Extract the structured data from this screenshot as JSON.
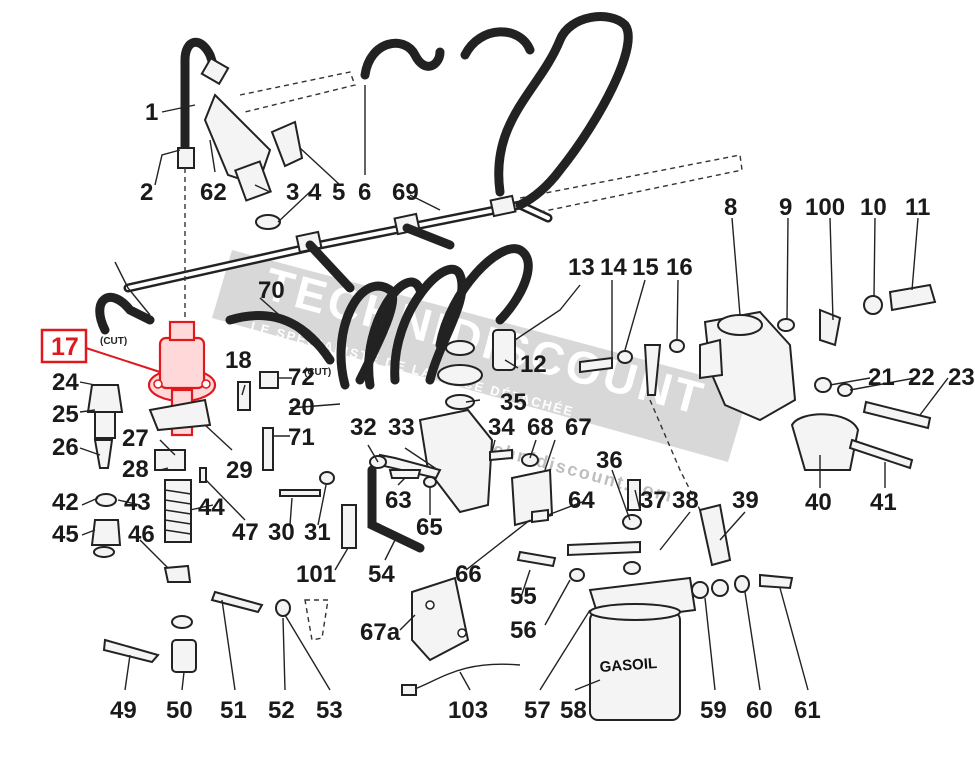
{
  "diagram": {
    "watermark": {
      "brand": "TECHNIDISCOUNT",
      "tagline": "LE SPÉCIALISTE DE LA PIÈCE DÉTACHÉE",
      "url": "www.technidiscount.com"
    },
    "highlighted_part": {
      "number": "17",
      "color": "#e0191e"
    },
    "callouts": [
      "1",
      "2",
      "3",
      "4",
      "5",
      "6",
      "8",
      "9",
      "10",
      "11",
      "12",
      "13",
      "14",
      "15",
      "16",
      "18",
      "20",
      "21",
      "22",
      "23",
      "24",
      "25",
      "26",
      "27",
      "28",
      "29",
      "30",
      "31",
      "32",
      "33",
      "34",
      "35",
      "36",
      "37",
      "38",
      "39",
      "40",
      "41",
      "42",
      "43",
      "44",
      "45",
      "46",
      "47",
      "49",
      "50",
      "51",
      "52",
      "53",
      "54",
      "55",
      "56",
      "57",
      "58",
      "59",
      "60",
      "61",
      "62",
      "63",
      "64",
      "65",
      "66",
      "67",
      "67a",
      "68",
      "69",
      "70",
      "71",
      "72",
      "100",
      "101",
      "103"
    ],
    "part_texts": {
      "cut_1": "(CUT)",
      "cut_2": "(CUT)",
      "filter": "GASOIL"
    }
  }
}
